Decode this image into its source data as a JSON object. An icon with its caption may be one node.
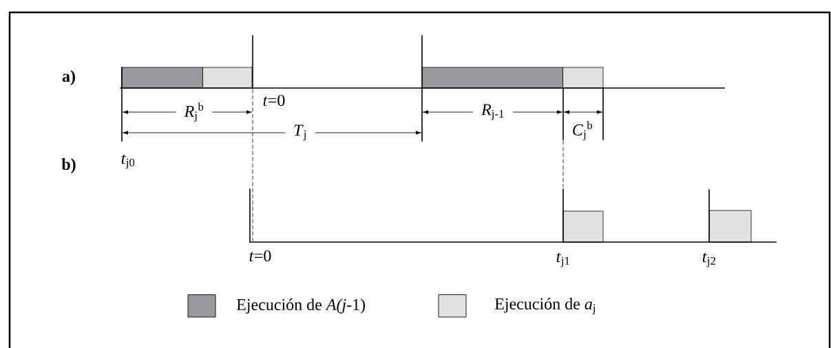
{
  "diagram": {
    "nodes": [
      {
        "text": [],
        "shape": "bar"
      },
      {
        "text": [],
        "shape": "bar"
      },
      {
        "text": [],
        "shape": "bar"
      },
      {
        "text": [],
        "shape": "bar"
      },
      {
        "text": [],
        "shape": "bar"
      },
      {
        "text": [],
        "shape": "bar"
      }
    ],
    "labels": [
      "a)",
      "*R*$_{j}$$^{b}$",
      "*t*=0",
      "*R*$_{j-1}$",
      "*C*$_{j}$$^{b}$",
      "*T*$_{j}$",
      "*t*$_{j0}$",
      "b)",
      "*t*=0",
      "*t*$_{j1}$",
      "*t*$_{j2}$"
    ],
    "legend": [
      {
        "text": "Ejecución de *A(j*-1)",
        "color": "#9a9a9e"
      },
      {
        "text": "Ejecución de *a*$_{j}$",
        "color": "#e0e1e3"
      }
    ]
  }
}
